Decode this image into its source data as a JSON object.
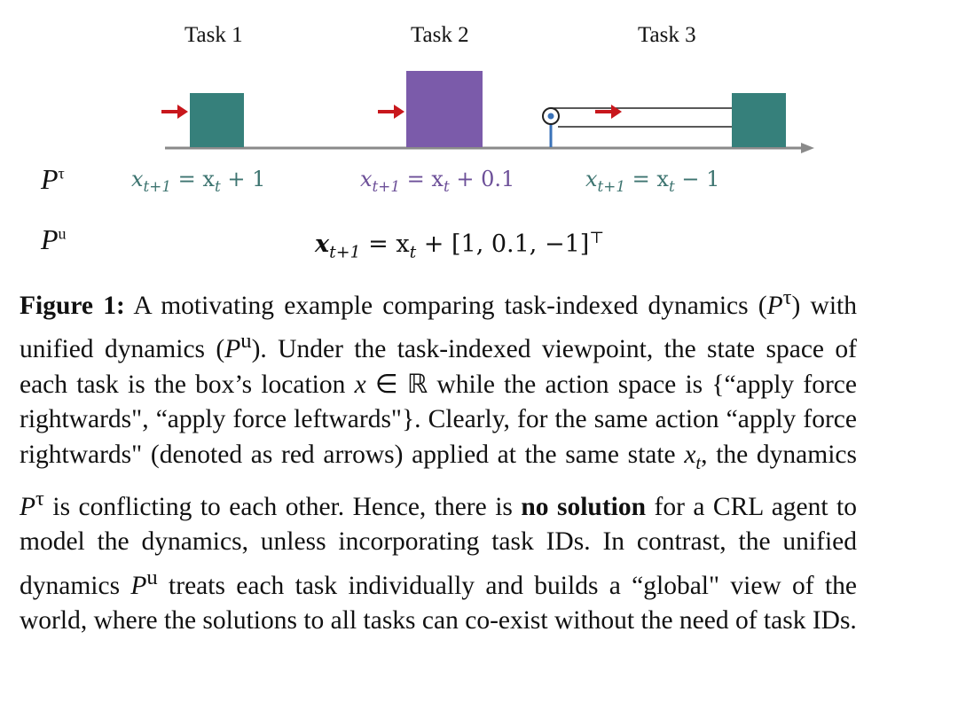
{
  "figure": {
    "task_labels": [
      "Task 1",
      "Task 2",
      "Task 3"
    ],
    "colors": {
      "teal_box": "#36807b",
      "purple_box": "#7b5baa",
      "arrow": "#c8171c",
      "track": "#8a8a8a",
      "pulley": "#3a72b8"
    },
    "row_labels": {
      "p_tau": "P",
      "p_tau_sup": "τ",
      "p_u": "P",
      "p_u_sup": "u"
    },
    "equations": {
      "task1": {
        "lhs": "x",
        "lhs_sub": "t+1",
        "rhs": "= x",
        "rhs_sub": "t",
        "tail": " + 1"
      },
      "task2": {
        "lhs": "x",
        "lhs_sub": "t+1",
        "rhs": "= x",
        "rhs_sub": "t",
        "tail": " + 0.1"
      },
      "task3": {
        "lhs": "x",
        "lhs_sub": "t+1",
        "rhs": "= x",
        "rhs_sub": "t",
        "tail": " − 1"
      },
      "unified": {
        "lhs": "x",
        "lhs_sub": "t+1",
        "rhs": "= x",
        "rhs_sub": "t",
        "tail": " + [1, 0.1, −1]",
        "sup": "⊤"
      }
    }
  },
  "caption": {
    "label": "Figure 1:",
    "s1": " A motivating example comparing task-indexed dynam­ics (",
    "s2": "P",
    "s2_sup": "τ",
    "s3": ") with unified dynamics (",
    "s4": "P",
    "s4_sup": "u",
    "s5": ").  Under the task-indexed viewpoint, the state space of each task is the box’s location ",
    "s6": "x",
    "s7": " ∈ ℝ while the action space is {“apply force rightwards\", “apply force leftwards\"}. Clearly, for the same action “apply force rightwards\" (denoted as red arrows) applied at the same state ",
    "s8": "x",
    "s8_sub": "t",
    "s9": ", the dynamics ",
    "s10": "P",
    "s10_sup": "τ",
    "s11": " is conflicting to each other. Hence, there is ",
    "bold": "no solution",
    "s12": " for a CRL agent to model the dynamics, unless incorporating task IDs. In contrast, the unified dynamics ",
    "s13": "P",
    "s13_sup": "u",
    "s14": " treats each task individually and builds a “global\" view of the world, where the solutions to all tasks can co-exist without the need of task IDs."
  }
}
